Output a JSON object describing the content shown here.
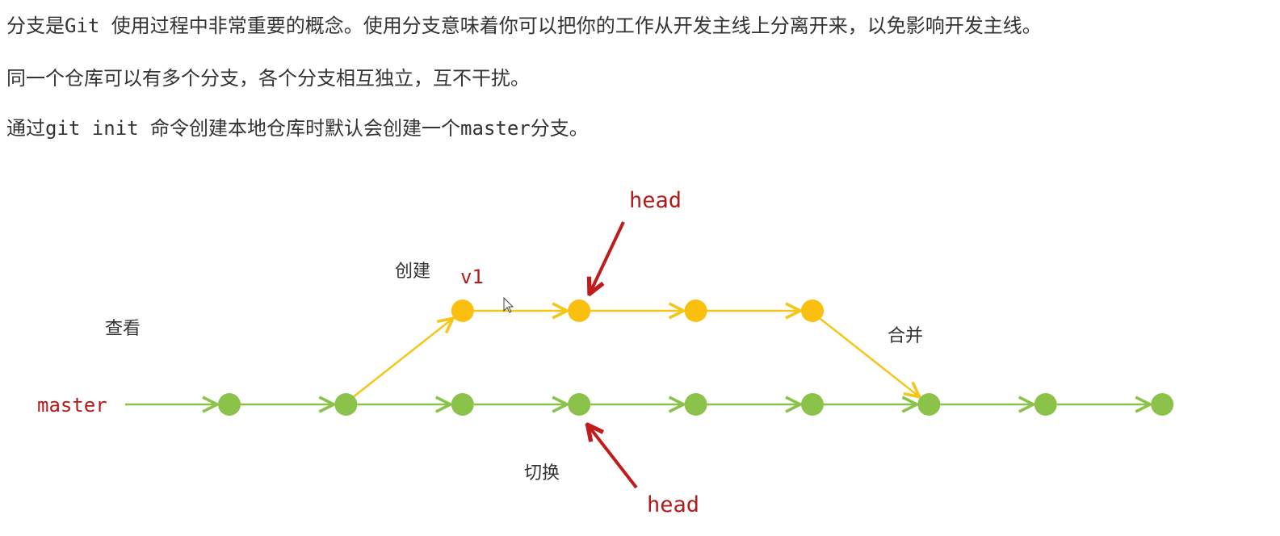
{
  "paragraphs": [
    {
      "segments": [
        {
          "text": "分支是",
          "mono": false
        },
        {
          "text": "Git ",
          "mono": true
        },
        {
          "text": "使用过程中非常重要的概念。使用分支意味着你可以把你的工作从开发主线上分离开来，以免影响开发主线。",
          "mono": false
        }
      ]
    },
    {
      "segments": [
        {
          "text": "同一个仓库可以有多个分支，各个分支相互独立，互不干扰。",
          "mono": false
        }
      ]
    },
    {
      "segments": [
        {
          "text": "通过",
          "mono": false
        },
        {
          "text": "git init ",
          "mono": true
        },
        {
          "text": "命令创建本地仓库时默认会创建一个",
          "mono": false
        },
        {
          "text": "master",
          "mono": true
        },
        {
          "text": "分支。",
          "mono": false
        }
      ]
    }
  ],
  "diagram": {
    "labels": {
      "master": "master",
      "v1": "v1",
      "head_top": "head",
      "head_bottom": "head",
      "view": "查看",
      "create": "创建",
      "merge": "合并",
      "switch": "切换"
    },
    "master_commit_count": 9,
    "v1_commit_count": 4,
    "colors": {
      "master_line": "#8bc34a",
      "master_node": "#8bc34a",
      "branch_line": "#f5c518",
      "branch_node": "#fbbf0f",
      "pointer": "#c01c1c",
      "label_red": "#b31b1b",
      "text": "#333333"
    }
  }
}
